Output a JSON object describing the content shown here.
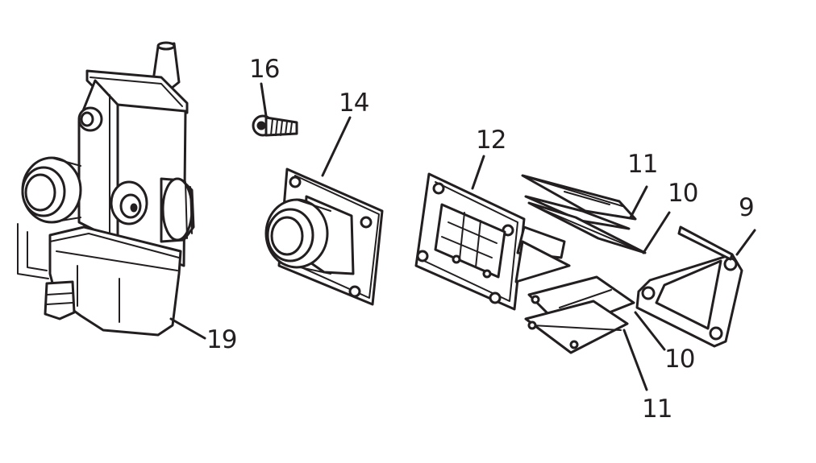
{
  "callouts": {
    "part_16": "16",
    "part_14": "14",
    "part_12": "12",
    "part_11_top": "11",
    "part_10_top": "10",
    "part_9": "9",
    "part_19": "19",
    "part_10_bottom": "10",
    "part_11_bottom": "11"
  },
  "colors": {
    "ink": "#231f20",
    "paper": "#ffffff"
  }
}
